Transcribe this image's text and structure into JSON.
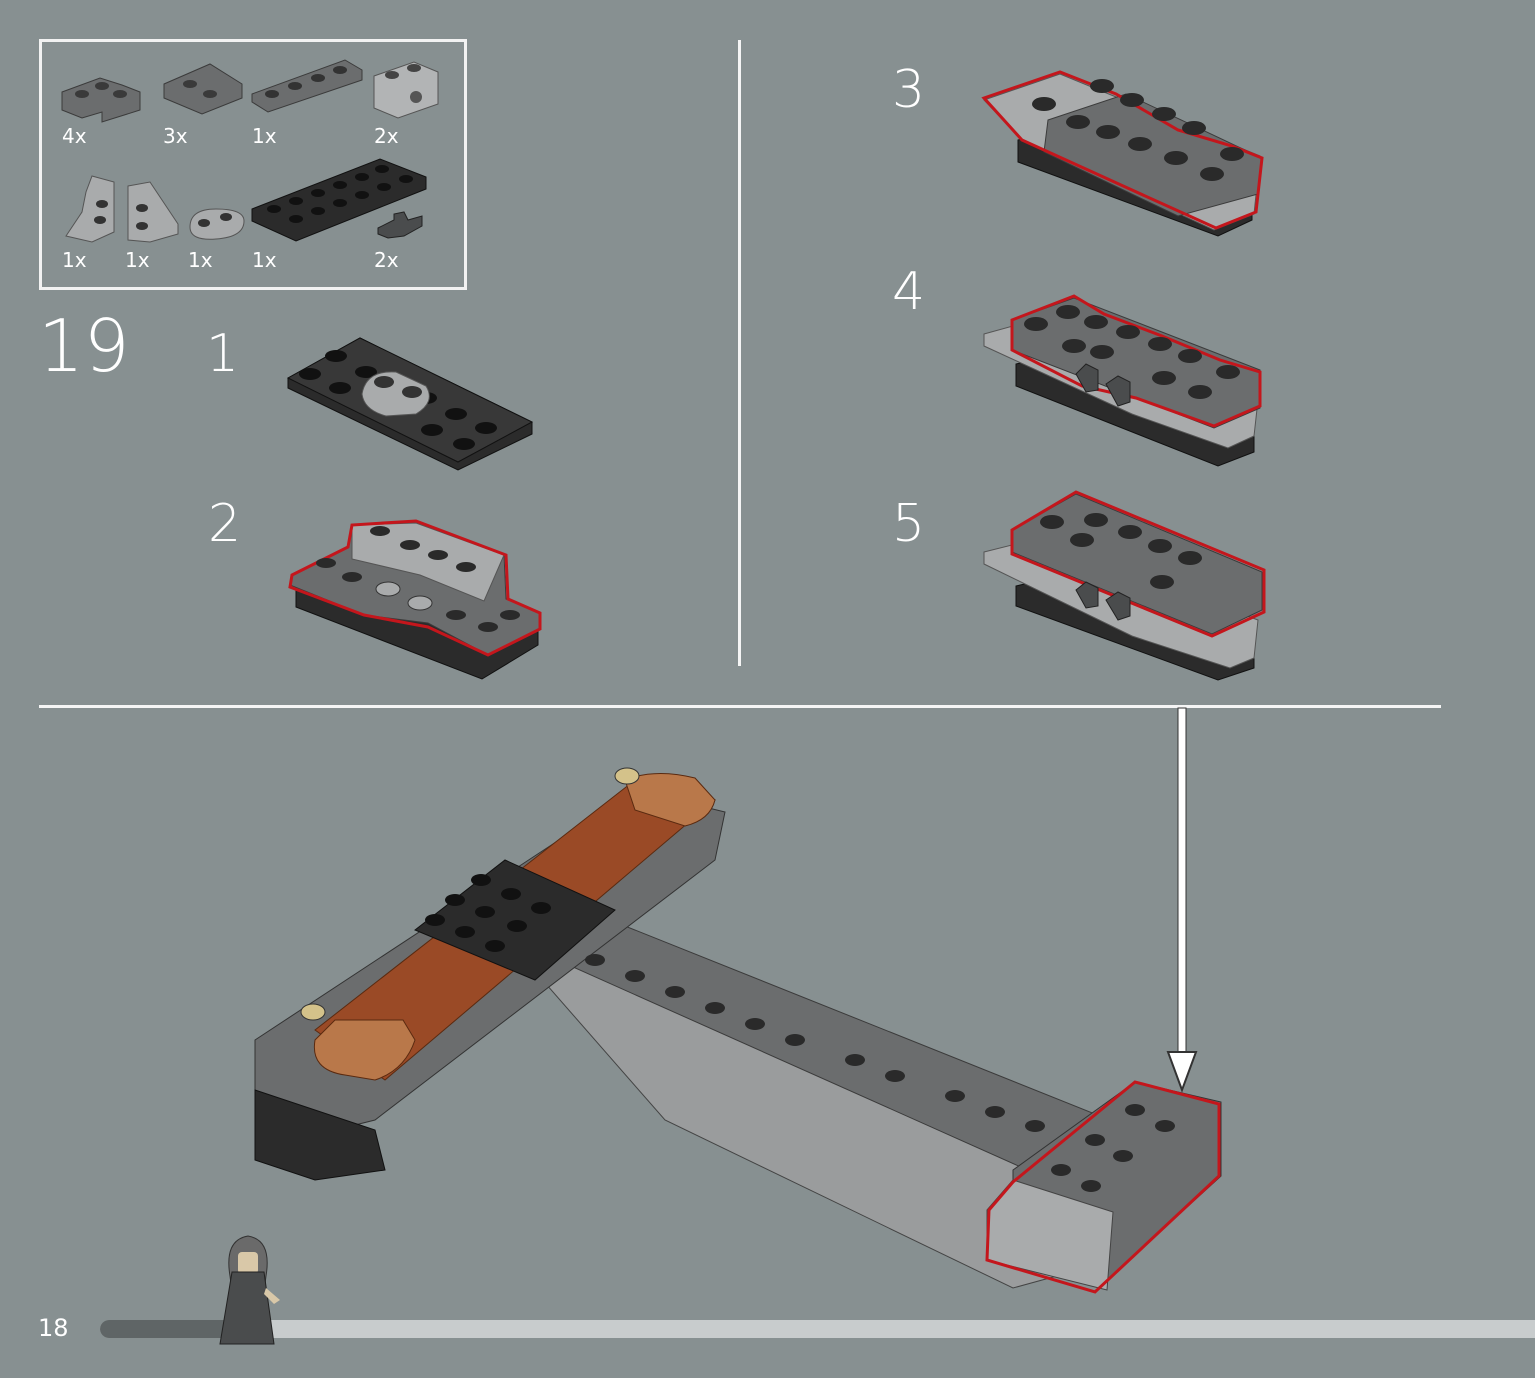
{
  "parts_list": {
    "row1": [
      {
        "qty": "4x",
        "part": "dark-grey-corner-plate"
      },
      {
        "qty": "3x",
        "part": "dark-grey-wedge-plate"
      },
      {
        "qty": "1x",
        "part": "dark-grey-plate-1x4"
      },
      {
        "qty": "2x",
        "part": "light-grey-brick-with-hole"
      }
    ],
    "row2": [
      {
        "qty": "1x",
        "part": "light-grey-wedge-left"
      },
      {
        "qty": "1x",
        "part": "light-grey-wedge-right"
      },
      {
        "qty": "1x",
        "part": "light-grey-jumper-plate"
      },
      {
        "qty": "1x",
        "part": "black-plate-2x6"
      },
      {
        "qty": "2x",
        "part": "dark-grey-clip"
      }
    ]
  },
  "step_number": "19",
  "substeps": [
    "1",
    "2",
    "3",
    "4",
    "5"
  ],
  "page_number": "18",
  "colors": {
    "background": "#879091",
    "highlight": "#c4161c",
    "black_brick": "#2b2b2b",
    "dark_grey": "#6b6d6e",
    "light_grey": "#a9abac",
    "reddish_brown": "#9a4a26",
    "tan": "#d4c28a",
    "progress_dark": "#5f6566",
    "progress_light": "#c8cccd"
  },
  "progress": {
    "fraction": 0.1
  },
  "icons": [
    "minifigure-icon",
    "arrow-down-icon"
  ]
}
